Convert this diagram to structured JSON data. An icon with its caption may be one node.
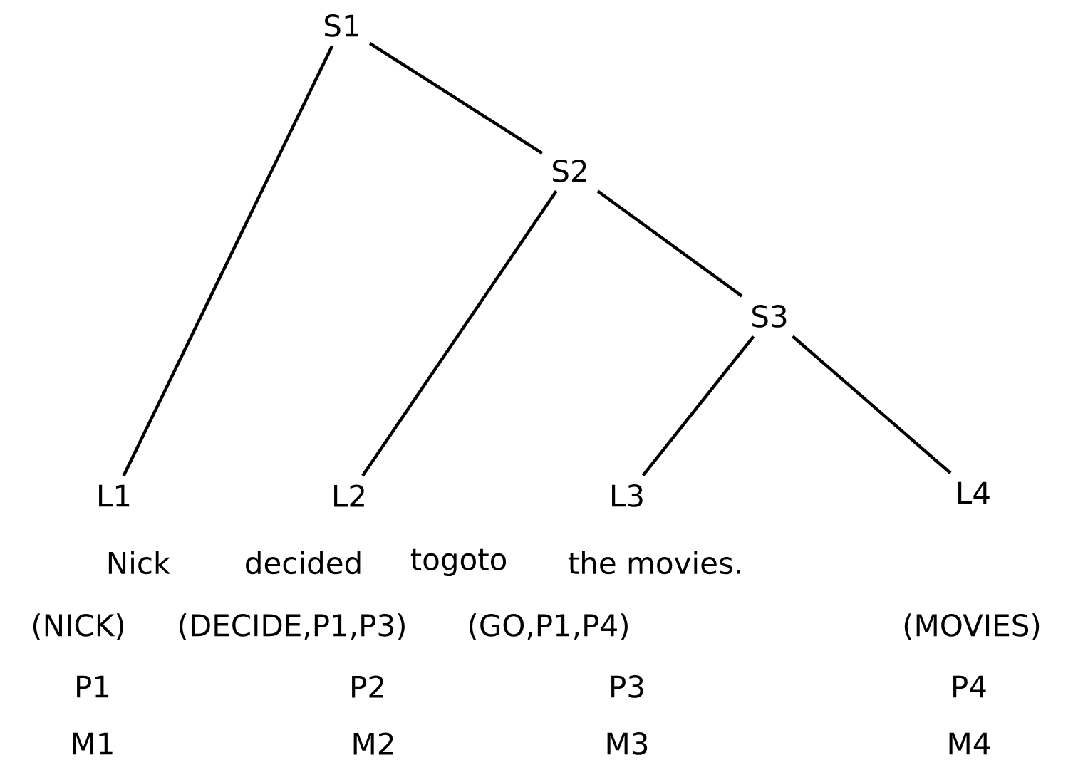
{
  "diagram": {
    "nodes": [
      {
        "text": [
          "S1"
        ]
      },
      {
        "text": [
          "S2"
        ]
      },
      {
        "text": [
          "S3"
        ]
      },
      {
        "text": [
          "L1"
        ]
      },
      {
        "text": [
          "L2"
        ]
      },
      {
        "text": [
          "L3"
        ]
      },
      {
        "text": [
          "L4"
        ]
      }
    ],
    "edges": [
      {
        "from": 0,
        "to": 3,
        "arrow": "none"
      },
      {
        "from": 0,
        "to": 1,
        "arrow": "none"
      },
      {
        "from": 1,
        "to": 4,
        "arrow": "none"
      },
      {
        "from": 1,
        "to": 2,
        "arrow": "none"
      },
      {
        "from": 2,
        "to": 5,
        "arrow": "none"
      },
      {
        "from": 2,
        "to": 6,
        "arrow": "none"
      }
    ],
    "labels": [
      "Nick",
      "decided",
      "togoto",
      "the movies.",
      "(NICK)",
      "(DECIDE,P1,P3)",
      "(GO,P1,P4)",
      "(MOVIES)",
      "P1",
      "P2",
      "P3",
      "P4",
      "M1",
      "M2",
      "M3",
      "M4"
    ]
  }
}
